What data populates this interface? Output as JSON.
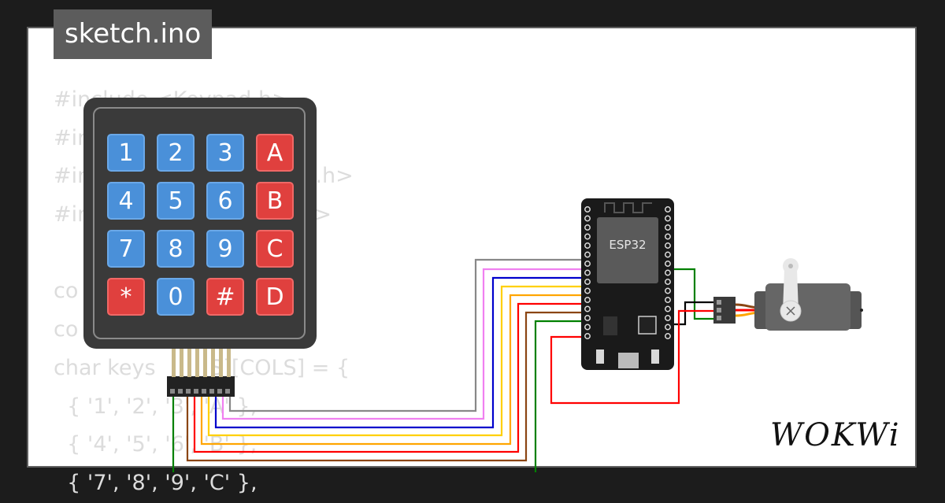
{
  "tab": {
    "title": "sketch.ino"
  },
  "code_lines": [
    "#include <Keypad.h>",
    "#in",
    "#in                              nt.h>",
    "#in                              .h>",
    "",
    "co                               4;",
    "co                               ;",
    "char keys        S][COLS] = {",
    "  { '1', '2', '3', 'A' },",
    "  { '4', '5', '6', 'B' },",
    "  { '7', '8', '9', 'C' },"
  ],
  "keypad": {
    "keys": [
      {
        "label": "1",
        "color": "blue"
      },
      {
        "label": "2",
        "color": "blue"
      },
      {
        "label": "3",
        "color": "blue"
      },
      {
        "label": "A",
        "color": "red"
      },
      {
        "label": "4",
        "color": "blue"
      },
      {
        "label": "5",
        "color": "blue"
      },
      {
        "label": "6",
        "color": "blue"
      },
      {
        "label": "B",
        "color": "red"
      },
      {
        "label": "7",
        "color": "blue"
      },
      {
        "label": "8",
        "color": "blue"
      },
      {
        "label": "9",
        "color": "blue"
      },
      {
        "label": "C",
        "color": "red"
      },
      {
        "label": "*",
        "color": "red"
      },
      {
        "label": "0",
        "color": "blue"
      },
      {
        "label": "#",
        "color": "red"
      },
      {
        "label": "D",
        "color": "red"
      }
    ]
  },
  "esp32": {
    "chip_label": "ESP32"
  },
  "logo": {
    "text": "WOKWi"
  },
  "colors": {
    "background": "#1c1c1c",
    "key_blue": "#4a90d9",
    "key_red": "#e0403e",
    "wire_colors": [
      "#808080",
      "#f080f0",
      "#0000cc",
      "#ffd700",
      "#ffa500",
      "#ff0000",
      "#8b4513",
      "#008000"
    ]
  }
}
